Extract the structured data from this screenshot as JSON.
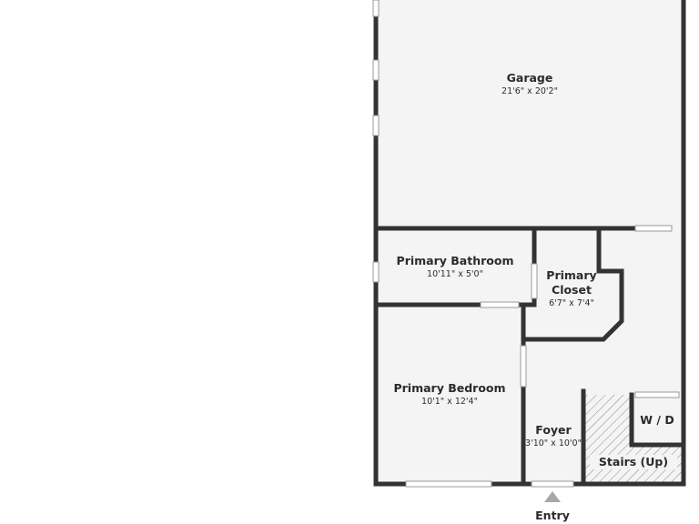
{
  "colors": {
    "wall": "#333333",
    "floor": "#f4f4f4",
    "window": "#d8d8d8",
    "stairs_hatch": "#8a8a8a",
    "entry_marker": "#a8a8a8",
    "text": "#2b2b2b"
  },
  "rooms": {
    "garage": {
      "name": "Garage",
      "dimensions": "21'6\" x 20'2\""
    },
    "primary_bathroom": {
      "name": "Primary Bathroom",
      "dimensions": "10'11\" x 5'0\""
    },
    "primary_closet": {
      "name_line1": "Primary",
      "name_line2": "Closet",
      "dimensions": "6'7\" x 7'4\""
    },
    "primary_bedroom": {
      "name": "Primary Bedroom",
      "dimensions": "10'1\" x 12'4\""
    },
    "foyer": {
      "name": "Foyer",
      "dimensions": "3'10\" x 10'0\""
    },
    "wd": {
      "name": "W / D"
    },
    "stairs": {
      "name": "Stairs (Up)"
    }
  },
  "entry": {
    "label": "Entry",
    "icon": "entry-arrow-icon"
  }
}
